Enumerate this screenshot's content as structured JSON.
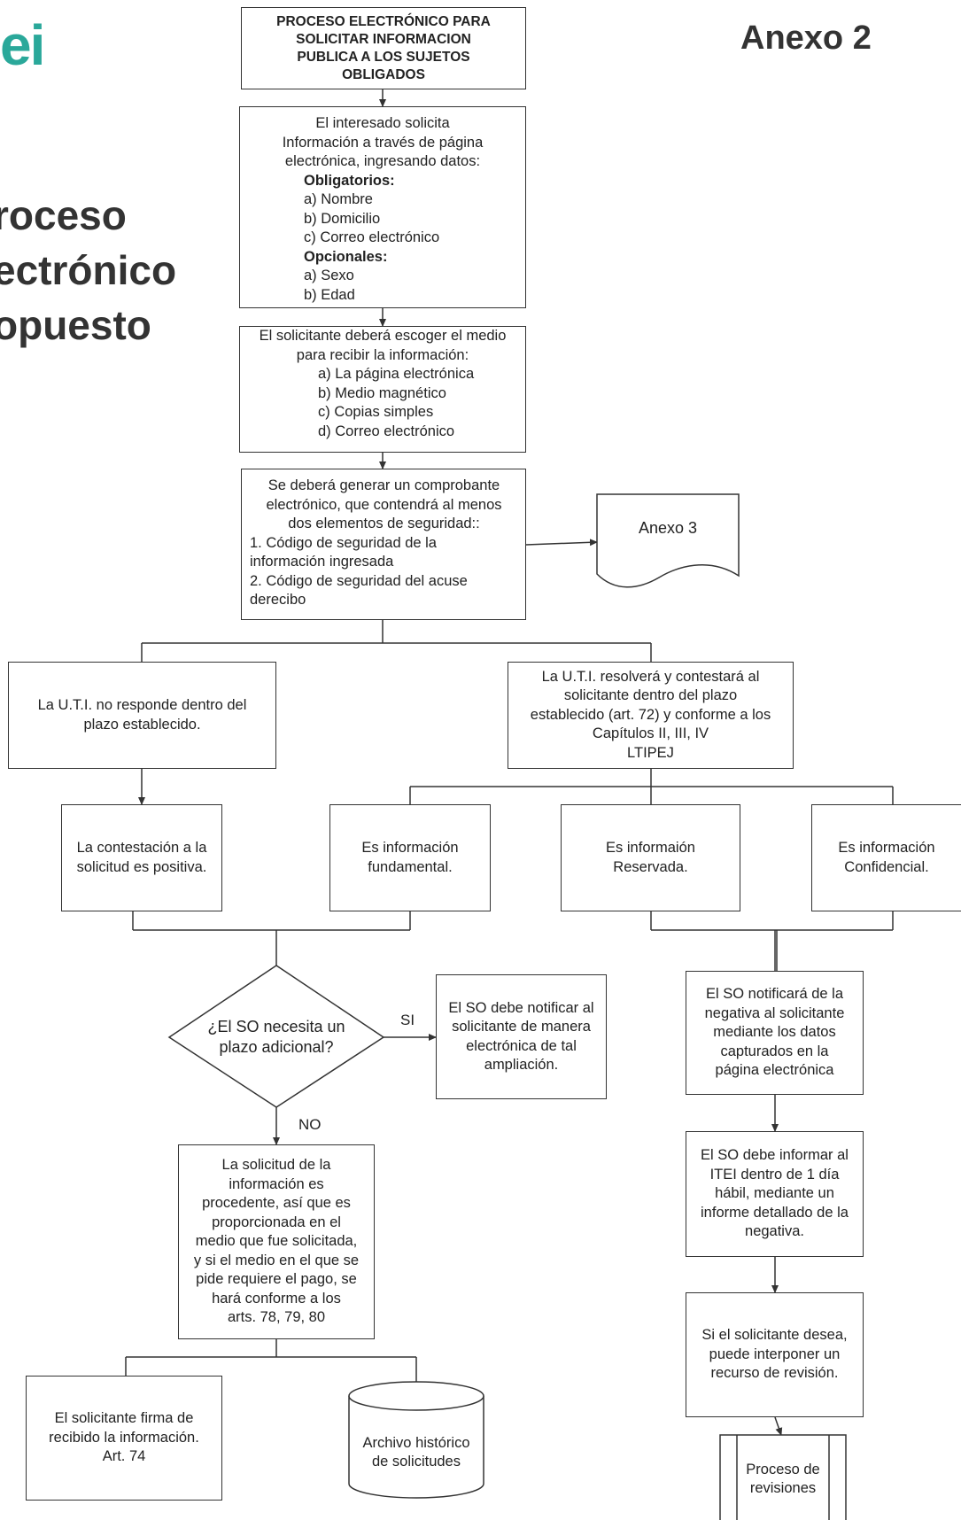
{
  "logo": "ei",
  "side_title": [
    "roceso",
    "ectrónico",
    "opuesto"
  ],
  "anexo_label": "Anexo 2",
  "nodes": {
    "title": [
      "PROCESO ELECTRÓNICO PARA",
      "SOLICITAR INFORMACION",
      "PUBLICA A LOS SUJETOS",
      "OBLIGADOS"
    ],
    "request": {
      "intro": [
        "El interesado solicita",
        "Información a través de página",
        "electrónica, ingresando datos:"
      ],
      "mandatory_label": "Obligatorios:",
      "mandatory": [
        "a)  Nombre",
        "b)  Domicilio",
        "c) Correo electrónico"
      ],
      "optional_label": "Opcionales:",
      "optional": [
        "a) Sexo",
        "b)  Edad"
      ]
    },
    "medium": {
      "intro": [
        "El solicitante deberá escoger el medio",
        "para recibir la información:"
      ],
      "options": [
        "a) La página electrónica",
        "b)  Medio magnético",
        "c)  Copias simples",
        "d) Correo electrónico"
      ]
    },
    "receipt": {
      "intro": [
        "Se deberá generar un comprobante",
        "electrónico,  que contendrá al menos",
        "dos elementos de seguridad::"
      ],
      "items": [
        "1. Código de seguridad de la",
        "información ingresada",
        "2. Código de seguridad del acuse",
        "derecibo"
      ]
    },
    "anexo3": "Anexo 3",
    "no_response": [
      "La U.T.I. no responde dentro del",
      "plazo establecido."
    ],
    "uti_resolves": [
      "La U.T.I. resolverá y contestará al",
      "solicitante dentro del plazo",
      "establecido (art. 72) y conforme a los",
      "Capítulos II, III, IV",
      "LTIPEJ"
    ],
    "positive": [
      "La contestación a la",
      "solicitud es positiva."
    ],
    "fundamental": [
      "Es información",
      "fundamental."
    ],
    "reserved": [
      "Es informaión",
      "Reservada."
    ],
    "confidential": [
      "Es información",
      "Confidencial."
    ],
    "decision": [
      "¿El SO necesita un",
      "plazo adicional?"
    ],
    "yes_label": "SI",
    "no_label": "NO",
    "notify_extension": [
      "El SO debe notificar al",
      "solicitante de manera",
      "electrónica de tal",
      "ampliación."
    ],
    "notify_negative": [
      "El SO notificará  de la",
      "negativa al solicitante",
      "mediante los datos",
      "capturados en la",
      "página electrónica"
    ],
    "inform_itei": [
      "El SO debe informar al",
      "ITEI dentro de 1 día",
      "hábil, mediante un",
      "informe detallado de la",
      "negativa."
    ],
    "appeal": [
      "Si el solicitante desea,",
      "puede interponer un",
      "recurso de revisión."
    ],
    "proceed": [
      "La solicitud de la",
      "información es",
      "procedente, así que es",
      "proporcionada en el",
      "medio que fue solicitada,",
      "y si el medio en el que se",
      "pide requiere el pago, se",
      "hará conforme a los",
      "arts. 78, 79, 80"
    ],
    "signs": [
      "El solicitante firma de",
      "recibido la información.",
      "Art. 74"
    ],
    "archive": [
      "Archivo histórico",
      "de solicitudes"
    ],
    "review_process": [
      "Proceso de",
      "revisiones"
    ]
  }
}
